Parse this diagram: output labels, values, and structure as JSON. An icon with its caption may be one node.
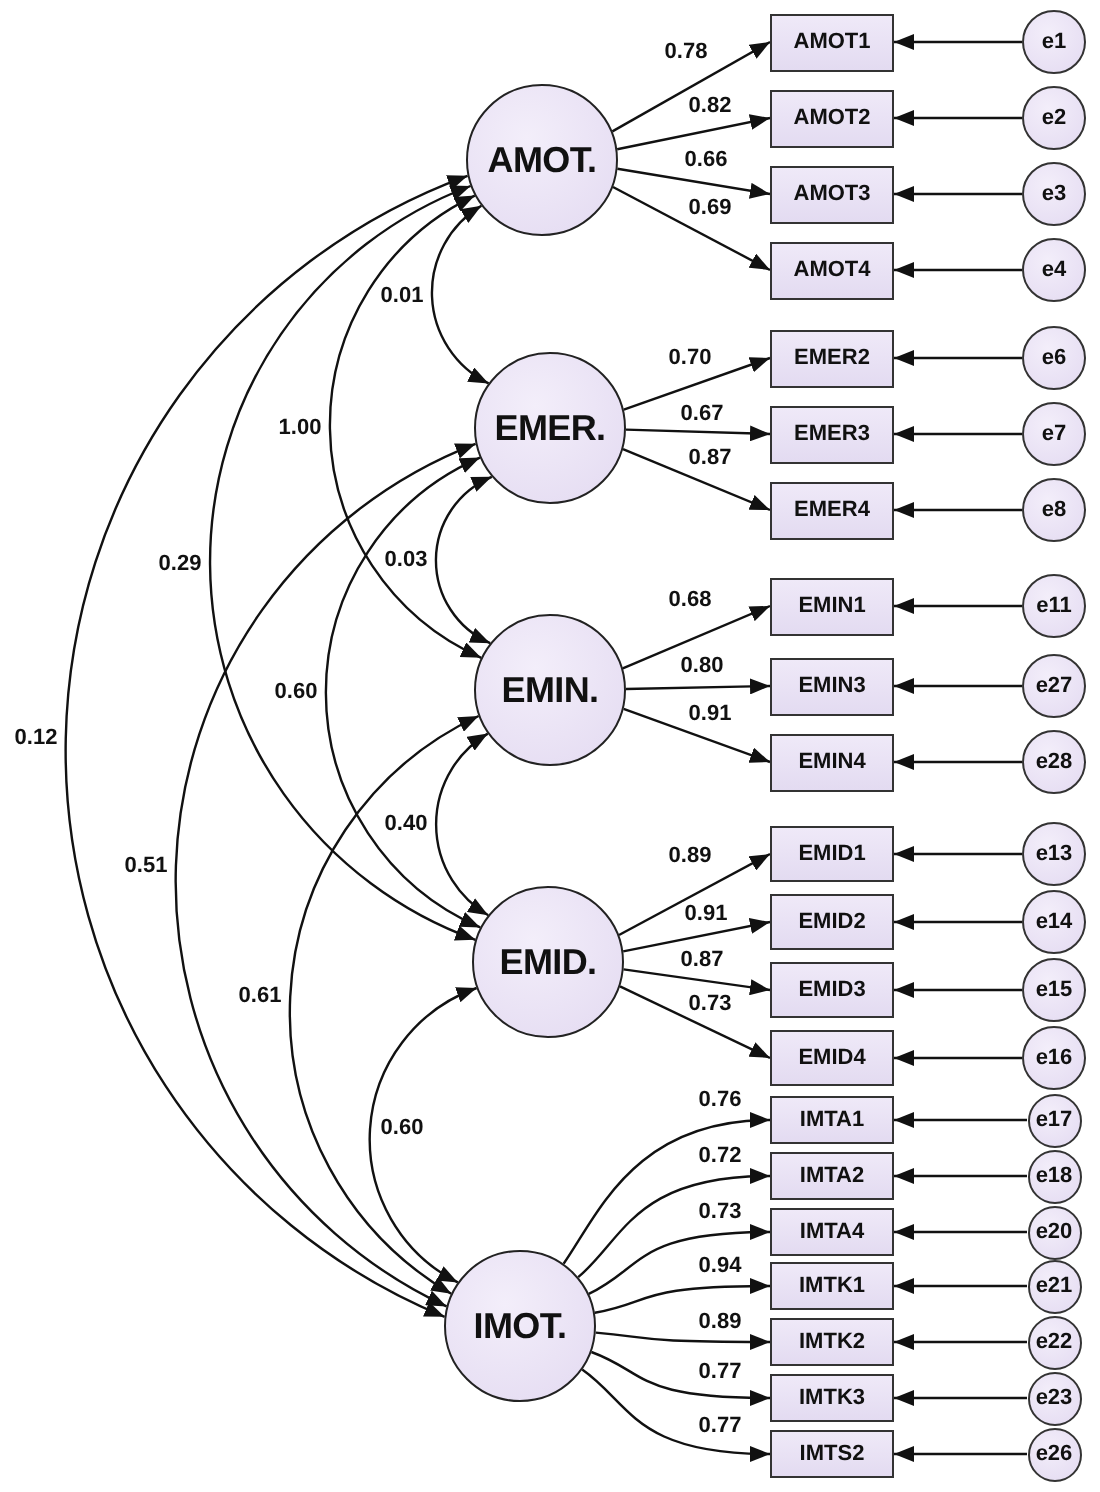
{
  "diagram": {
    "nodes": [
      {
        "text": [
          "AMOT."
        ]
      },
      {
        "text": [
          "AMOT1"
        ]
      },
      {
        "text": [
          "e1"
        ]
      },
      {
        "text": [
          "AMOT2"
        ]
      },
      {
        "text": [
          "e2"
        ]
      },
      {
        "text": [
          "AMOT3"
        ]
      },
      {
        "text": [
          "e3"
        ]
      },
      {
        "text": [
          "AMOT4"
        ]
      },
      {
        "text": [
          "e4"
        ]
      },
      {
        "text": [
          "EMER."
        ]
      },
      {
        "text": [
          "EMER2"
        ]
      },
      {
        "text": [
          "e6"
        ]
      },
      {
        "text": [
          "EMER3"
        ]
      },
      {
        "text": [
          "e7"
        ]
      },
      {
        "text": [
          "EMER4"
        ]
      },
      {
        "text": [
          "e8"
        ]
      },
      {
        "text": [
          "EMIN."
        ]
      },
      {
        "text": [
          "EMIN1"
        ]
      },
      {
        "text": [
          "e11"
        ]
      },
      {
        "text": [
          "EMIN3"
        ]
      },
      {
        "text": [
          "e27"
        ]
      },
      {
        "text": [
          "EMIN4"
        ]
      },
      {
        "text": [
          "e28"
        ]
      },
      {
        "text": [
          "EMID."
        ]
      },
      {
        "text": [
          "EMID1"
        ]
      },
      {
        "text": [
          "e13"
        ]
      },
      {
        "text": [
          "EMID2"
        ]
      },
      {
        "text": [
          "e14"
        ]
      },
      {
        "text": [
          "EMID3"
        ]
      },
      {
        "text": [
          "e15"
        ]
      },
      {
        "text": [
          "EMID4"
        ]
      },
      {
        "text": [
          "e16"
        ]
      },
      {
        "text": [
          "IMOT."
        ]
      },
      {
        "text": [
          "IMTA1"
        ]
      },
      {
        "text": [
          "e17"
        ]
      },
      {
        "text": [
          "IMTA2"
        ]
      },
      {
        "text": [
          "e18"
        ]
      },
      {
        "text": [
          "IMTA4"
        ]
      },
      {
        "text": [
          "e20"
        ]
      },
      {
        "text": [
          "IMTK1"
        ]
      },
      {
        "text": [
          "e21"
        ]
      },
      {
        "text": [
          "IMTK2"
        ]
      },
      {
        "text": [
          "e22"
        ]
      },
      {
        "text": [
          "IMTK3"
        ]
      },
      {
        "text": [
          "e23"
        ]
      },
      {
        "text": [
          "IMTS2"
        ]
      },
      {
        "text": [
          "e26"
        ]
      }
    ],
    "edges": [
      {
        "from": 0,
        "to": 1,
        "arrow": "to",
        "label": "0.78"
      },
      {
        "from": 2,
        "to": 1,
        "arrow": "to"
      },
      {
        "from": 0,
        "to": 3,
        "arrow": "to",
        "label": "0.82"
      },
      {
        "from": 4,
        "to": 3,
        "arrow": "to"
      },
      {
        "from": 0,
        "to": 5,
        "arrow": "to",
        "label": "0.66"
      },
      {
        "from": 6,
        "to": 5,
        "arrow": "to"
      },
      {
        "from": 0,
        "to": 7,
        "arrow": "to",
        "label": "0.69"
      },
      {
        "from": 8,
        "to": 7,
        "arrow": "to"
      },
      {
        "from": 9,
        "to": 10,
        "arrow": "to",
        "label": "0.70"
      },
      {
        "from": 11,
        "to": 10,
        "arrow": "to"
      },
      {
        "from": 9,
        "to": 12,
        "arrow": "to",
        "label": "0.67"
      },
      {
        "from": 13,
        "to": 12,
        "arrow": "to"
      },
      {
        "from": 9,
        "to": 14,
        "arrow": "to",
        "label": "0.87"
      },
      {
        "from": 15,
        "to": 14,
        "arrow": "to"
      },
      {
        "from": 16,
        "to": 17,
        "arrow": "to",
        "label": "0.68"
      },
      {
        "from": 18,
        "to": 17,
        "arrow": "to"
      },
      {
        "from": 16,
        "to": 19,
        "arrow": "to",
        "label": "0.80"
      },
      {
        "from": 20,
        "to": 19,
        "arrow": "to"
      },
      {
        "from": 16,
        "to": 21,
        "arrow": "to",
        "label": "0.91"
      },
      {
        "from": 22,
        "to": 21,
        "arrow": "to"
      },
      {
        "from": 23,
        "to": 24,
        "arrow": "to",
        "label": "0.89"
      },
      {
        "from": 25,
        "to": 24,
        "arrow": "to"
      },
      {
        "from": 23,
        "to": 26,
        "arrow": "to",
        "label": "0.91"
      },
      {
        "from": 27,
        "to": 26,
        "arrow": "to"
      },
      {
        "from": 23,
        "to": 28,
        "arrow": "to",
        "label": "0.87"
      },
      {
        "from": 29,
        "to": 28,
        "arrow": "to"
      },
      {
        "from": 23,
        "to": 30,
        "arrow": "to",
        "label": "0.73"
      },
      {
        "from": 31,
        "to": 30,
        "arrow": "to"
      },
      {
        "from": 32,
        "to": 33,
        "arrow": "to",
        "label": "0.76"
      },
      {
        "from": 34,
        "to": 33,
        "arrow": "to"
      },
      {
        "from": 32,
        "to": 35,
        "arrow": "to",
        "label": "0.72"
      },
      {
        "from": 36,
        "to": 35,
        "arrow": "to"
      },
      {
        "from": 32,
        "to": 37,
        "arrow": "to",
        "label": "0.73"
      },
      {
        "from": 38,
        "to": 37,
        "arrow": "to"
      },
      {
        "from": 32,
        "to": 39,
        "arrow": "to",
        "label": "0.94"
      },
      {
        "from": 40,
        "to": 39,
        "arrow": "to"
      },
      {
        "from": 32,
        "to": 41,
        "arrow": "to",
        "label": "0.89"
      },
      {
        "from": 42,
        "to": 41,
        "arrow": "to"
      },
      {
        "from": 32,
        "to": 43,
        "arrow": "to",
        "label": "0.77"
      },
      {
        "from": 44,
        "to": 43,
        "arrow": "to"
      },
      {
        "from": 32,
        "to": 45,
        "arrow": "to",
        "label": "0.77"
      },
      {
        "from": 46,
        "to": 45,
        "arrow": "to"
      },
      {
        "from": 0,
        "to": 9,
        "arrow": "both",
        "label": "0.01"
      },
      {
        "from": 0,
        "to": 16,
        "arrow": "both",
        "label": "1.00"
      },
      {
        "from": 0,
        "to": 23,
        "arrow": "both",
        "label": "0.29"
      },
      {
        "from": 0,
        "to": 32,
        "arrow": "both",
        "label": "0.12"
      },
      {
        "from": 9,
        "to": 16,
        "arrow": "both",
        "label": "0.03"
      },
      {
        "from": 9,
        "to": 23,
        "arrow": "both",
        "label": "0.60"
      },
      {
        "from": 9,
        "to": 32,
        "arrow": "both",
        "label": "0.51"
      },
      {
        "from": 16,
        "to": 23,
        "arrow": "both",
        "label": "0.40"
      },
      {
        "from": 16,
        "to": 32,
        "arrow": "both",
        "label": "0.61"
      },
      {
        "from": 23,
        "to": 32,
        "arrow": "both",
        "label": "0.60"
      }
    ]
  }
}
